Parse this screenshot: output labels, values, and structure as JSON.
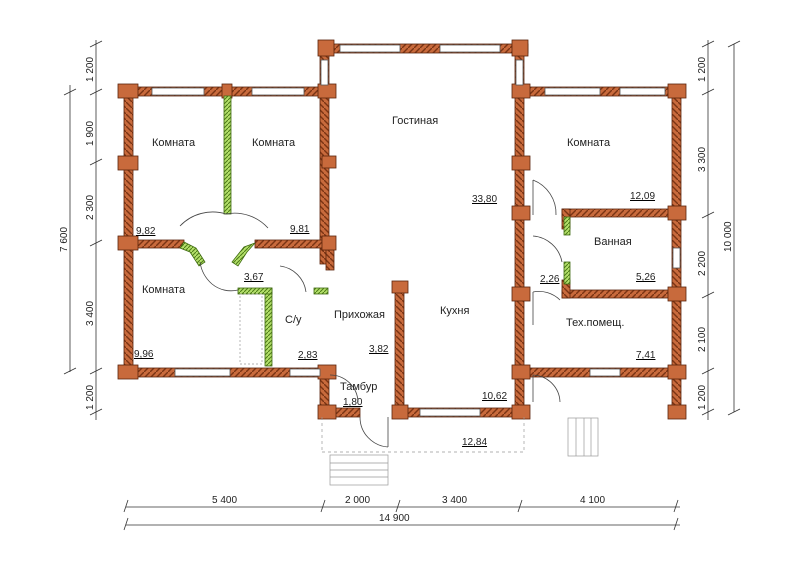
{
  "rooms": {
    "komnata_1": "Комната",
    "komnata_2": "Комната",
    "komnata_3": "Комната",
    "komnata_4": "Комната",
    "gostinaya": "Гостиная",
    "kuhnya": "Кухня",
    "vannaya": "Ванная",
    "tehpom": "Тех.помещ.",
    "su": "С/у",
    "prihozhaya": "Прихожая",
    "tambur": "Тамбур"
  },
  "areas": {
    "komnata_1": "9,82",
    "komnata_2": "9,81",
    "komnata_3": "9,96",
    "komnata_4": "12,09",
    "hall": "3,67",
    "su": "2,83",
    "prihozhaya": "3,82",
    "gostinaya": "33,80",
    "kuhnya": "10,62",
    "vannaya": "5,26",
    "hall_2": "2,26",
    "tehpom": "7,41",
    "tambur": "1,80",
    "terrace": "12,84"
  },
  "dims": {
    "bottom": [
      "5 400",
      "2 000",
      "3 400",
      "4 100"
    ],
    "total_width": "14 900",
    "left_segments": [
      "1 200",
      "1 900",
      "2 300",
      "3 400",
      "1 200"
    ],
    "left_total": "7 600",
    "right_segments": [
      "1 200",
      "3 300",
      "2 200",
      "2 100",
      "1 200"
    ],
    "right_total": "10 000"
  },
  "colors": {
    "wall": "#c86a3c",
    "wall_dark": "#6e2e12",
    "partition": "#b3e06a",
    "partition_dark": "#3f6a12",
    "line": "#333333"
  }
}
